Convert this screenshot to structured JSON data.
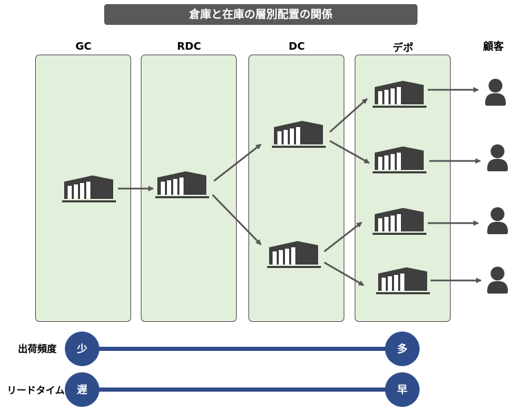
{
  "title": "倉庫と在庫の層別配置の関係",
  "columns": [
    "GC",
    "RDC",
    "DC",
    "デポ"
  ],
  "customers_label": "顧客",
  "rows": [
    {
      "label": "出荷頻度",
      "left": "少",
      "right": "多"
    },
    {
      "label": "リードタイム",
      "left": "遅",
      "right": "早"
    }
  ],
  "icons": {
    "warehouse": "warehouse-icon",
    "customer": "person-icon"
  },
  "colors": {
    "lane_fill": "#e2efda",
    "icon": "#3f3f3f",
    "bar": "#2f4d8a",
    "title_bg": "#595959"
  }
}
